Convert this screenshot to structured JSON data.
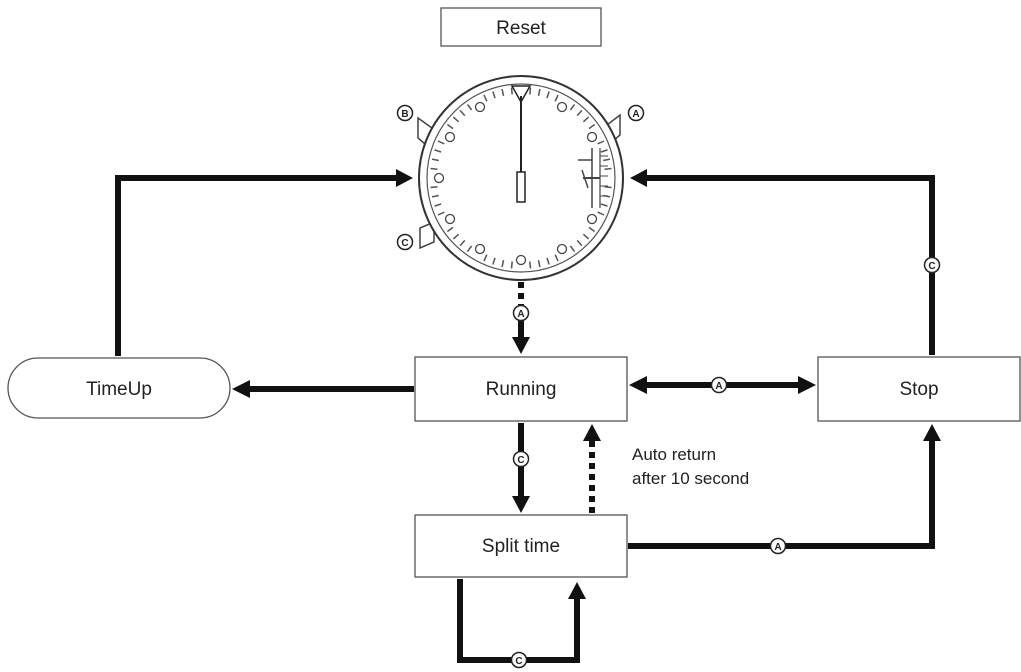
{
  "nodes": {
    "reset": "Reset",
    "running": "Running",
    "timeup": "TimeUp",
    "stop": "Stop",
    "split": "Split time"
  },
  "note": {
    "line1": "Auto return",
    "line2": "after 10 second"
  },
  "buttons": {
    "a": "A",
    "b": "B",
    "c": "C"
  }
}
